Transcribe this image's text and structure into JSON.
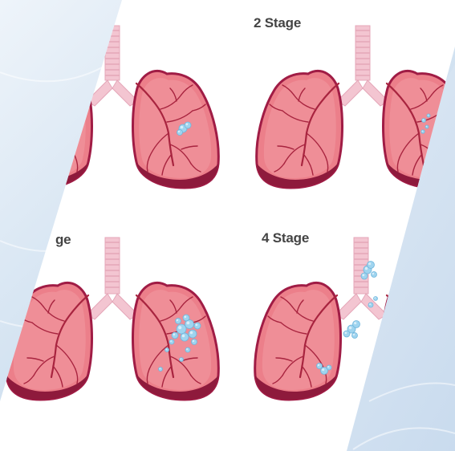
{
  "stages": [
    {
      "label": "",
      "nodules": "small"
    },
    {
      "label": "2 Stage",
      "nodules": "tiny"
    },
    {
      "label": "ge",
      "nodules": "cluster"
    },
    {
      "label": "4 Stage",
      "nodules": "spread"
    }
  ],
  "colors": {
    "lung_fill": "#ec7f8a",
    "lung_inner": "#f39aa2",
    "lung_outline": "#a01c45",
    "lung_base": "#8e1a3c",
    "trachea": "#f3c5d1",
    "trachea_ring": "#e4a6b8",
    "branch": "#a8243f",
    "nodule": "#9fd4ef",
    "background_left": "#cddff0",
    "background_right": "#d9e6f2",
    "panel": "#ffffff",
    "label": "#444444"
  },
  "icons": [
    "lung-illustration",
    "tumor-nodule"
  ]
}
